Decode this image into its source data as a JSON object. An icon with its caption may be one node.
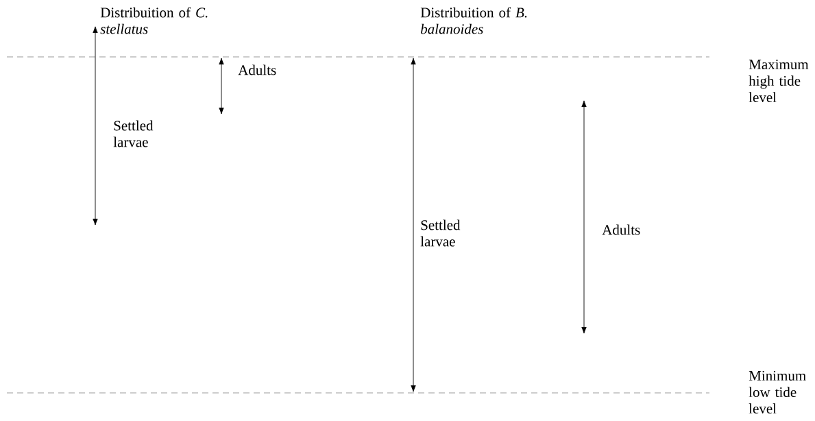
{
  "diagram": {
    "labels": [
      "Distribuition of *C. stellatus*",
      "Distribuition of *B. balanoides*",
      "Maximum high tide level",
      "Adults",
      "Settled larvae",
      "Settled larvae",
      "Adults",
      "Minimum low tide level"
    ]
  }
}
